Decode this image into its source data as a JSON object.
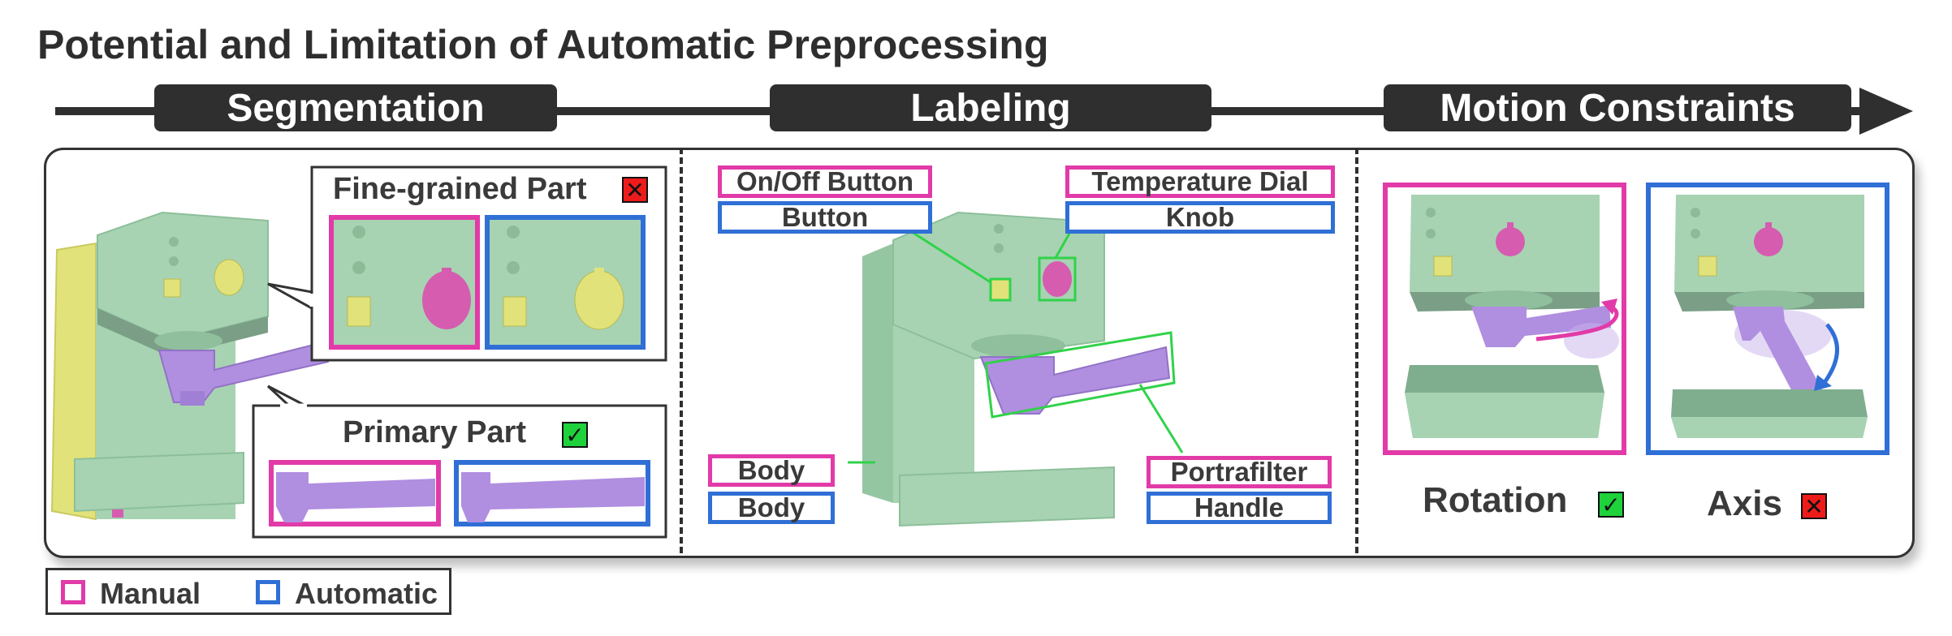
{
  "title": "Potential and Limitation of Automatic Preprocessing",
  "stages": {
    "segmentation": "Segmentation",
    "labeling": "Labeling",
    "motion": "Motion Constraints"
  },
  "segmentation": {
    "fine_title": "Fine-grained Part",
    "primary_title": "Primary Part"
  },
  "labeling": {
    "onoff_manual": "On/Off Button",
    "onoff_auto": "Button",
    "temp_manual": "Temperature Dial",
    "temp_auto": "Knob",
    "body_manual": "Body",
    "body_auto": "Body",
    "filter_manual": "Portrafilter",
    "filter_auto": "Handle"
  },
  "motion": {
    "rotation": "Rotation",
    "axis": "Axis"
  },
  "marks": {
    "check": "✓",
    "cross": "✕"
  },
  "legend": {
    "manual": "Manual",
    "automatic": "Automatic"
  },
  "colors": {
    "manual": "#e23aa8",
    "automatic": "#2f6fd6",
    "body_green": "#a7d3b2",
    "part_purple": "#b08ee0",
    "dial_pink": "#d65cb0",
    "button_yellow": "#e1e27a",
    "pointer_green": "#31d24a"
  }
}
